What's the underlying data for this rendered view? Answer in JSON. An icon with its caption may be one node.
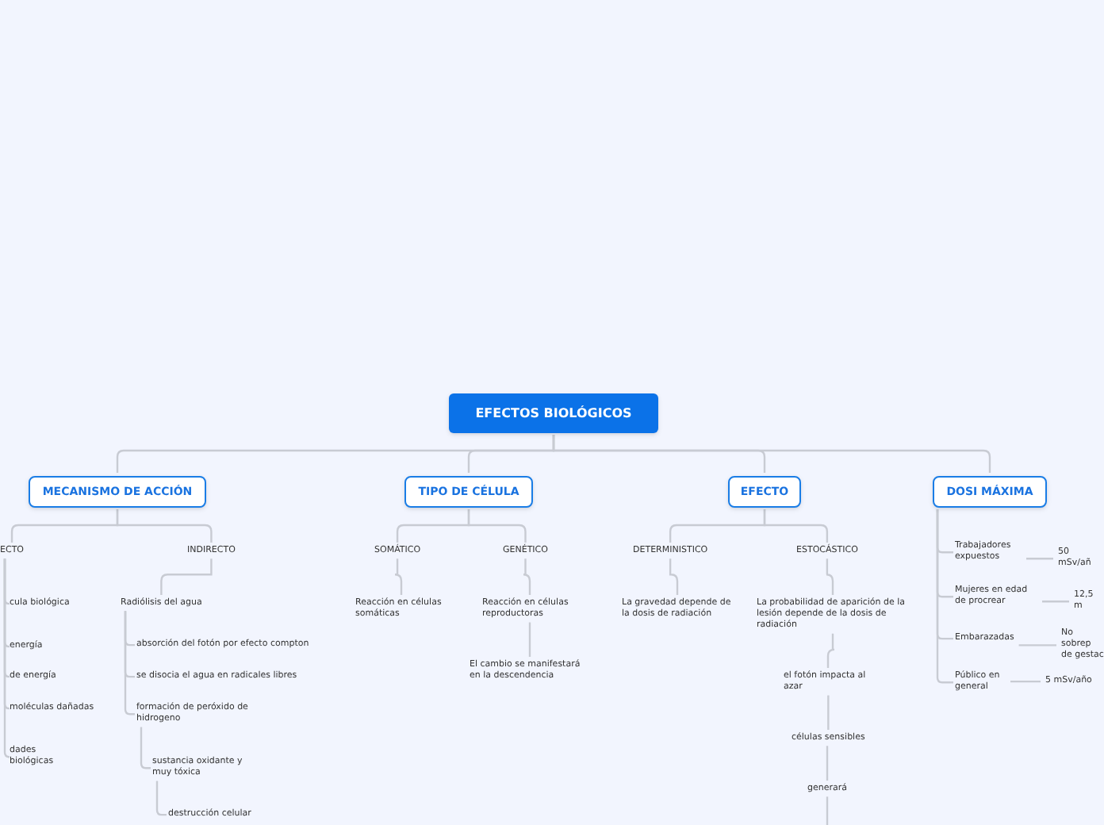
{
  "diagram": {
    "nodes": [
      {
        "text": [
          "EFECTOS BIOLÓGICOS"
        ]
      },
      {
        "text": [
          "MECANISMO DE ACCIÓN"
        ]
      },
      {
        "text": [
          "ECTO"
        ]
      },
      {
        "text": [
          "INDIRECTO"
        ]
      },
      {
        "text": [
          "cula biológica"
        ]
      },
      {
        "text": [
          "energía"
        ]
      },
      {
        "text": [
          "de energía"
        ]
      },
      {
        "text": [
          "moléculas dañadas"
        ]
      },
      {
        "text": [
          "dades biológicas"
        ]
      },
      {
        "text": [
          "Radiólisis del agua"
        ]
      },
      {
        "text": [
          "absorción del fotón por efecto compton"
        ]
      },
      {
        "text": [
          "se disocia el agua en radicales libres"
        ]
      },
      {
        "text": [
          "formación de peróxido de hidrogeno"
        ]
      },
      {
        "text": [
          "sustancia oxidante y muy tóxica"
        ]
      },
      {
        "text": [
          "destrucción celular"
        ]
      },
      {
        "text": [
          "TIPO DE CÉLULA"
        ]
      },
      {
        "text": [
          "SOMÁTICO"
        ]
      },
      {
        "text": [
          "GENÉTICO"
        ]
      },
      {
        "text": [
          "Reacción en células somáticas"
        ]
      },
      {
        "text": [
          "Reacción en células reproductoras"
        ]
      },
      {
        "text": [
          "El cambio se manifestará en la descendencia"
        ]
      },
      {
        "text": [
          "EFECTO"
        ]
      },
      {
        "text": [
          "DETERMINISTICO"
        ]
      },
      {
        "text": [
          "ESTOCÁSTICO"
        ]
      },
      {
        "text": [
          "La gravedad depende de la dosis de radiación"
        ]
      },
      {
        "text": [
          "La probabilidad de aparición de la lesión depende de la dosis de radiación"
        ]
      },
      {
        "text": [
          "el fotón impacta al azar"
        ]
      },
      {
        "text": [
          "células sensibles"
        ]
      },
      {
        "text": [
          "generará"
        ]
      },
      {
        "text": [
          "DOSI MÁXIMA"
        ]
      },
      {
        "text": [
          "Trabajadores expuestos"
        ]
      },
      {
        "text": [
          "Mujeres en edad de procrear"
        ]
      },
      {
        "text": [
          "Embarazadas"
        ]
      },
      {
        "text": [
          "Público en general"
        ]
      },
      {
        "text": [
          "50 mSv/añ"
        ]
      },
      {
        "text": [
          "12,5 m"
        ]
      },
      {
        "text": [
          "No sobrep de gestac"
        ]
      },
      {
        "text": [
          "5 mSv/año"
        ]
      }
    ],
    "edges": [
      {
        "from": 0,
        "to": 1,
        "arrow": "none"
      },
      {
        "from": 0,
        "to": 15,
        "arrow": "none"
      },
      {
        "from": 0,
        "to": 21,
        "arrow": "none"
      },
      {
        "from": 0,
        "to": 29,
        "arrow": "none"
      },
      {
        "from": 1,
        "to": 2,
        "arrow": "none"
      },
      {
        "from": 1,
        "to": 3,
        "arrow": "none"
      },
      {
        "from": 2,
        "to": 4,
        "arrow": "none"
      },
      {
        "from": 2,
        "to": 5,
        "arrow": "none"
      },
      {
        "from": 2,
        "to": 6,
        "arrow": "none"
      },
      {
        "from": 2,
        "to": 7,
        "arrow": "none"
      },
      {
        "from": 2,
        "to": 8,
        "arrow": "none"
      },
      {
        "from": 3,
        "to": 9,
        "arrow": "none"
      },
      {
        "from": 9,
        "to": 10,
        "arrow": "none"
      },
      {
        "from": 9,
        "to": 11,
        "arrow": "none"
      },
      {
        "from": 9,
        "to": 12,
        "arrow": "none"
      },
      {
        "from": 12,
        "to": 13,
        "arrow": "none"
      },
      {
        "from": 13,
        "to": 14,
        "arrow": "none"
      },
      {
        "from": 15,
        "to": 16,
        "arrow": "none"
      },
      {
        "from": 15,
        "to": 17,
        "arrow": "none"
      },
      {
        "from": 16,
        "to": 18,
        "arrow": "none"
      },
      {
        "from": 17,
        "to": 19,
        "arrow": "none"
      },
      {
        "from": 19,
        "to": 20,
        "arrow": "none"
      },
      {
        "from": 21,
        "to": 22,
        "arrow": "none"
      },
      {
        "from": 21,
        "to": 23,
        "arrow": "none"
      },
      {
        "from": 22,
        "to": 24,
        "arrow": "none"
      },
      {
        "from": 23,
        "to": 25,
        "arrow": "none"
      },
      {
        "from": 25,
        "to": 26,
        "arrow": "none"
      },
      {
        "from": 26,
        "to": 27,
        "arrow": "none"
      },
      {
        "from": 27,
        "to": 28,
        "arrow": "none"
      },
      {
        "from": 28,
        "to": null,
        "arrow": "none"
      },
      {
        "from": 29,
        "to": 30,
        "arrow": "none"
      },
      {
        "from": 29,
        "to": 31,
        "arrow": "none"
      },
      {
        "from": 29,
        "to": 32,
        "arrow": "none"
      },
      {
        "from": 29,
        "to": 33,
        "arrow": "none"
      },
      {
        "from": 30,
        "to": 34,
        "arrow": "none"
      },
      {
        "from": 31,
        "to": 35,
        "arrow": "none"
      },
      {
        "from": 32,
        "to": 36,
        "arrow": "none"
      },
      {
        "from": 33,
        "to": 37,
        "arrow": "none"
      }
    ]
  }
}
